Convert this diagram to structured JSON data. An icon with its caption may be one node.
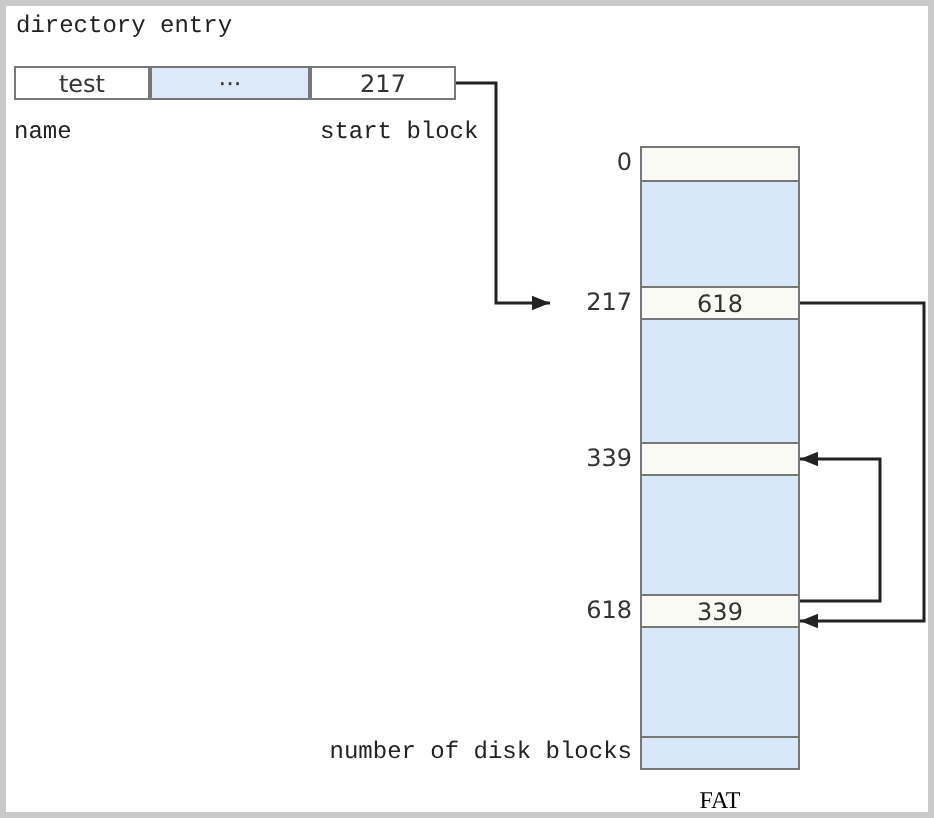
{
  "diagram": {
    "nodes": [
      {
        "text": [
          "directory entry"
        ]
      },
      {
        "text": [
          "test"
        ],
        "in": 0,
        "beside": [
          "name"
        ]
      },
      {
        "text": [
          "···"
        ],
        "in": 0
      },
      {
        "text": [
          "217"
        ],
        "in": 0,
        "beside": [
          "start block"
        ]
      },
      {
        "text": [
          "FAT"
        ]
      },
      {
        "text": [],
        "shape": "box",
        "in": 4,
        "beside": [
          "0"
        ]
      },
      {
        "text": [
          "618"
        ],
        "in": 4,
        "beside": [
          "217"
        ]
      },
      {
        "text": [],
        "shape": "box",
        "in": 4,
        "beside": [
          "339"
        ]
      },
      {
        "text": [
          "339"
        ],
        "in": 4,
        "beside": [
          "618"
        ]
      },
      {
        "text": [],
        "shape": "box",
        "in": 4,
        "beside": [
          "number of disk blocks"
        ]
      }
    ],
    "edges": [
      {
        "from": 3,
        "to": 6,
        "arrow": "to"
      },
      {
        "from": 6,
        "to": 8,
        "arrow": "to"
      },
      {
        "from": 8,
        "to": 7,
        "arrow": "to"
      }
    ]
  }
}
